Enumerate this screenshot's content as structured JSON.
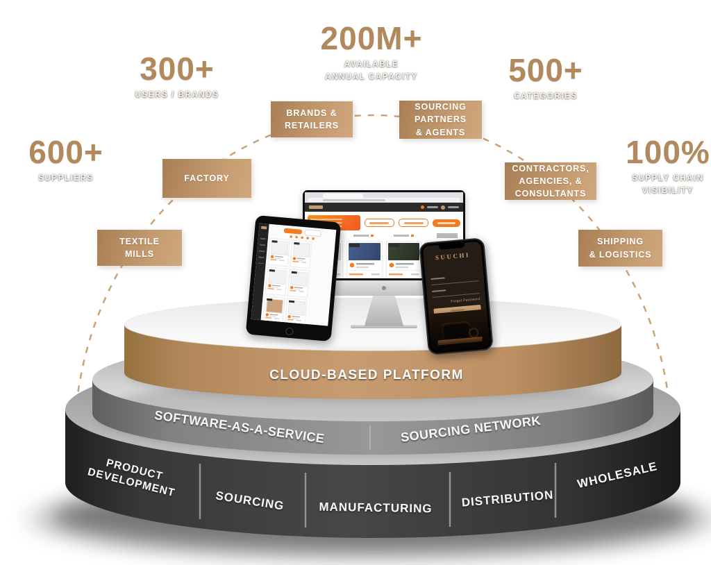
{
  "title": "Supply chain network platform diagram",
  "colors": {
    "accent_tan": "#b98e63",
    "stat_number": "#b1895c",
    "orange": "#f47b20",
    "platform_tan": "#c09468",
    "platform_gray": "#8f8f8f",
    "platform_dark": "#3d3d3d"
  },
  "stats": [
    {
      "value": "600+",
      "label": "SUPPLIERS"
    },
    {
      "value": "300+",
      "label": "USERS / BRANDS"
    },
    {
      "value": "200M+",
      "label": "AVAILABLE\nANNUAL CAPACITY"
    },
    {
      "value": "500+",
      "label": "CATEGORIES"
    },
    {
      "value": "100%",
      "label": "SUPPLY CHAIN\nVISIBILITY"
    }
  ],
  "network_nodes": [
    {
      "label": "TEXTILE\nMILLS"
    },
    {
      "label": "FACTORY"
    },
    {
      "label": "BRANDS &\nRETAILERS"
    },
    {
      "label": "SOURCING\nPARTNERS\n& AGENTS"
    },
    {
      "label": "CONTRACTORS,\nAGENCIES, &\nCONSULTANTS"
    },
    {
      "label": "SHIPPING\n& LOGISTICS"
    }
  ],
  "platform": {
    "top_label": "CLOUD-BASED PLATFORM",
    "middle_labels": [
      "SOFTWARE-AS-A-SERVICE",
      "SOURCING NETWORK"
    ],
    "bottom_segments": [
      {
        "lines": [
          "PRODUCT",
          "DEVELOPMENT"
        ]
      },
      {
        "lines": [
          "SOURCING"
        ]
      },
      {
        "lines": [
          "MANUFACTURING"
        ]
      },
      {
        "lines": [
          "DISTRIBUTION"
        ]
      },
      {
        "lines": [
          "WHOLESALE"
        ]
      }
    ]
  },
  "devices": {
    "phone": {
      "logo": "SUUCHI",
      "forgot_link": "Forgot Password"
    }
  }
}
